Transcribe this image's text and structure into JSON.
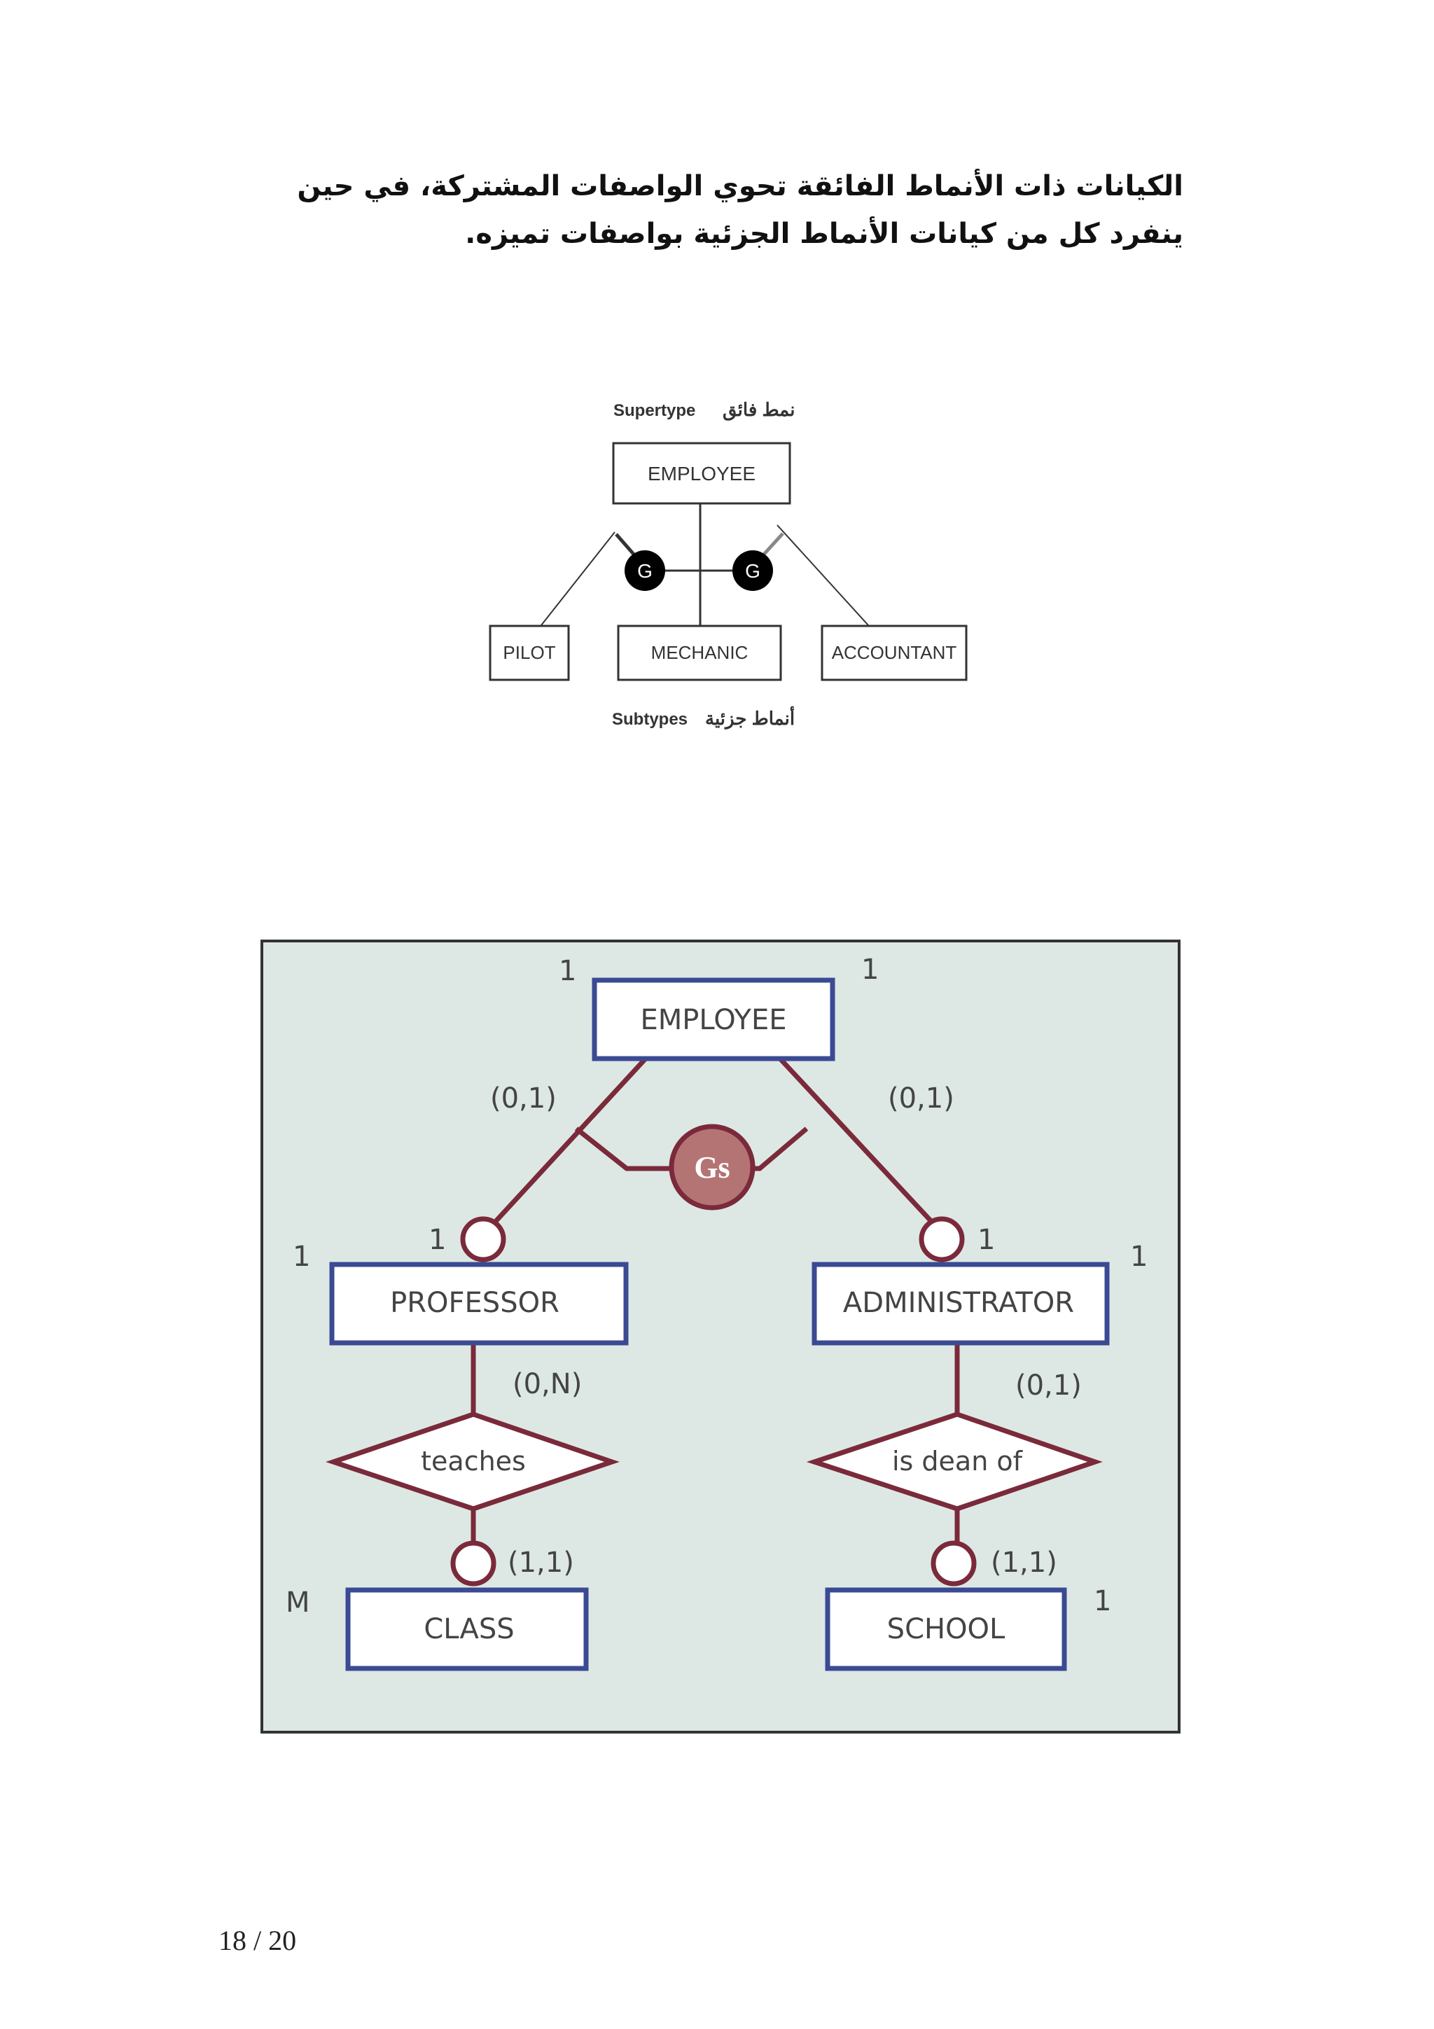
{
  "paragraph": {
    "line1": "الكيانات ذات الأنماط الفائقة تحوي الواصفات المشتركة، في حين",
    "line2": "ينفرد كل من كيانات الأنماط الجزئية بواصفات تميزه."
  },
  "figure1": {
    "supertype_label": "Supertype",
    "supertype_label_ar": "نمط فائق",
    "supertype": "EMPLOYEE",
    "gen_symbol": "G",
    "subtypes": [
      "PILOT",
      "MECHANIC",
      "ACCOUNTANT"
    ],
    "subtypes_label": "Subtypes",
    "subtypes_label_ar": "أنماط جزئية"
  },
  "figure2": {
    "supertype": "EMPLOYEE",
    "gen_symbol": "Gs",
    "top_left_one": "1",
    "top_right_one": "1",
    "left_branch_card": "(0,1)",
    "right_branch_card": "(0,1)",
    "professor_circle_one": "1",
    "admin_circle_one": "1",
    "professor_outer_one": "1",
    "admin_outer_one": "1",
    "subtype_left": "PROFESSOR",
    "subtype_right": "ADMINISTRATOR",
    "rel_left": "teaches",
    "rel_right": "is dean of",
    "rel_left_card": "(0,N)",
    "rel_right_card": "(0,1)",
    "class_card": "(1,1)",
    "school_card": "(1,1)",
    "class_side": "M",
    "school_side": "1",
    "entity_left": "CLASS",
    "entity_right": "SCHOOL"
  },
  "page_number": "18 / 20",
  "colors": {
    "figure2_background": "#dde8e4",
    "entity_border": "#3a4a93",
    "line_color": "#7a2a3a",
    "gs_fill": "#b57474"
  }
}
